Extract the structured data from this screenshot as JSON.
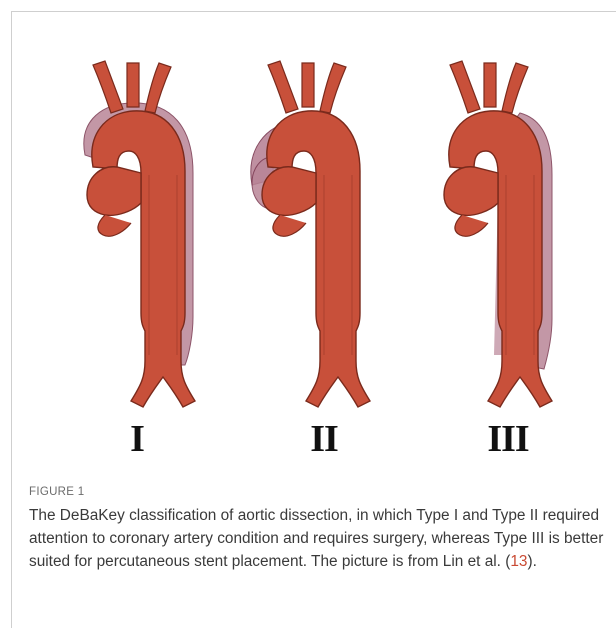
{
  "figure": {
    "panel_labels": [
      "I",
      "II",
      "III"
    ],
    "label": "FIGURE 1",
    "caption_text": "The DeBaKey classification of aortic dissection, in which Type I and Type II required attention to coronary artery condition and requires surgery, whereas Type III is better suited for percutaneous stent placement. The picture is from Lin et al. (",
    "citation": "13",
    "caption_end": ")."
  },
  "colors": {
    "aorta": "#c8503a",
    "aorta_outline": "#7a2a1c",
    "false_lumen": "#b98597",
    "accent_citation": "#c94a33"
  }
}
